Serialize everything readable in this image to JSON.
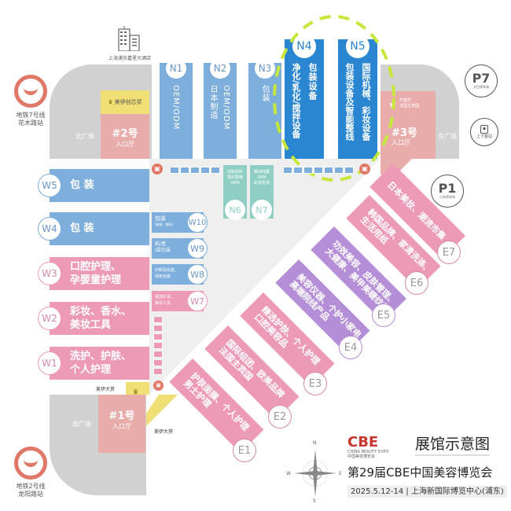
{
  "title": "展馆示意图",
  "subtitle": "第29届CBE中国美容博览会",
  "date_venue": "2025.5.12-14 | 上海新国际博览中心(浦东)",
  "logo": {
    "brand": "CBE",
    "english": "CHINA BEAUTY EXPO",
    "chinese": "中国美容博览会",
    "color": "#c8372d"
  },
  "hotel": {
    "label": "上海浦东嘉里大酒店",
    "icon": "building-icon"
  },
  "metro": [
    {
      "line": "地铁7号线",
      "station": "花木路站",
      "icon": "metro-icon"
    },
    {
      "line": "地铁2号线",
      "station": "龙阳路站",
      "icon": "metro-icon"
    }
  ],
  "parking": [
    {
      "code": "P7",
      "label": "大巴停车场"
    },
    {
      "code": "P1",
      "label": "小车停车场"
    }
  ],
  "bus_stop": {
    "label": "上下客站",
    "icon": "bus-icon"
  },
  "plazas": {
    "north": "北广场",
    "east": "东广场",
    "south": "南广场"
  },
  "entrances": [
    {
      "num": "#2号",
      "label": "入口厅"
    },
    {
      "num": "#3号",
      "label": "入口厅"
    },
    {
      "num": "#1号",
      "label": "入口厅"
    }
  ],
  "awards": {
    "innovation": "美伊创芯奖",
    "grand": "美伊大赏",
    "grand2": "美伊大赏"
  },
  "opening": {
    "line1": "开幕式",
    "line2": "法国主宾国"
  },
  "north_halls": [
    {
      "code": "N1",
      "label": "OEM/ODM",
      "label2": ""
    },
    {
      "code": "N2",
      "label": "OEM/ODM",
      "label2": "日本制造"
    },
    {
      "code": "N3",
      "label": "包装",
      "label2": ""
    },
    {
      "code": "N4",
      "label": "包装设备",
      "label2": "净化/乳化/搅拌设备"
    },
    {
      "code": "N5",
      "label": "国际机械、彩妆设备",
      "label2": "包装设备及智能整线"
    }
  ],
  "north_small": [
    {
      "code": "N6",
      "line1": "创新原料",
      "line2": "香料香精",
      "line3": "OEM"
    },
    {
      "code": "N7",
      "line1": "精油纯露",
      "line2": "OEM",
      "line3": "彩妆检测"
    }
  ],
  "west_halls": [
    {
      "code": "W5",
      "label": "包 装",
      "label2": ""
    },
    {
      "code": "W4",
      "label": "包 装",
      "label2": ""
    },
    {
      "code": "W3",
      "label": "口腔护理、",
      "label2": "孕婴童护理"
    },
    {
      "code": "W2",
      "label": "彩妆、香水、",
      "label2": "美妆工具"
    },
    {
      "code": "W1",
      "label": "洗护、护肤、",
      "label2": "个人护理"
    }
  ],
  "west_small": [
    {
      "code": "W10",
      "line1": "包装",
      "line2": "(玻璃、塑料)"
    },
    {
      "code": "W9",
      "line1": "纸/盒",
      "line2": "/袋包装"
    },
    {
      "code": "W8",
      "line1": "印刷及标签、",
      "line2": "绿色包装"
    },
    {
      "code": "W7",
      "line1": "潮流彩妆、",
      "line2": "美妆工具"
    }
  ],
  "east_halls": [
    {
      "code": "E7",
      "line1": "日本美妆、潮流市集",
      "line2": ""
    },
    {
      "code": "E6",
      "line1": "韩国品牌、家清洗涤、",
      "line2": "生活用纸"
    },
    {
      "code": "E5",
      "line1": "功效美容、皮肤管理、",
      "line2": "大健康、美甲美睫纹绣"
    },
    {
      "code": "E4",
      "line1": "美容仪器、个护小家电",
      "line2": "高端院线产品"
    },
    {
      "code": "E3",
      "line1": "精选护肤、个人护理",
      "line2": "口腔美容品"
    },
    {
      "code": "E2",
      "line1": "国际组团、欧美品牌",
      "line2": "法国主宾国"
    },
    {
      "code": "E1",
      "line1": "护肤面膜、个人护理",
      "line2": "男士护理"
    }
  ],
  "compass": {
    "n": "N",
    "s": "S",
    "e": "E",
    "w": "W"
  },
  "colors": {
    "blue_hall": "#7eaedb",
    "dark_blue_hall": "#2a86d1",
    "pink_hall": "#ec9ab6",
    "purple_hall": "#b58ed8",
    "teal_hall": "#8fcfc3",
    "entrance": "#e8adab",
    "plaza": "#d1d1d1",
    "award": "#f0df74",
    "highlight_ring": "#c6e83a"
  }
}
